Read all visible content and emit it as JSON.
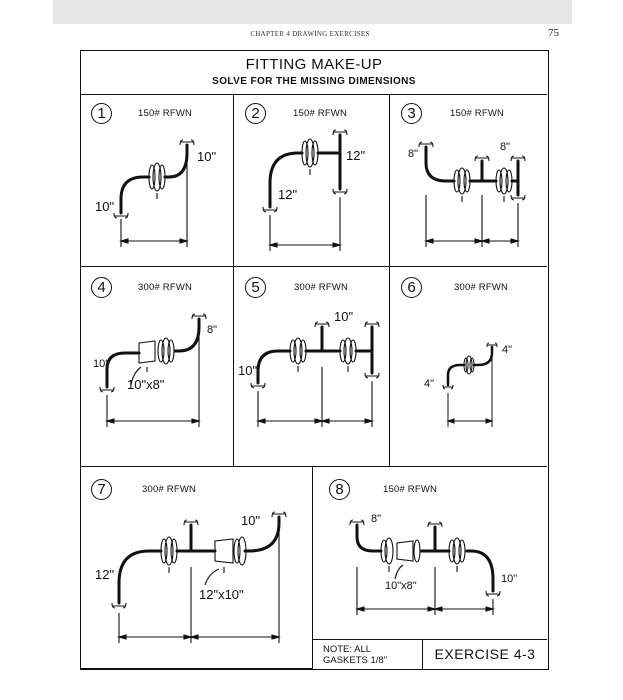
{
  "page": {
    "chapter_header": "CHAPTER 4 DRAWING EXERCISES",
    "page_number": "75"
  },
  "sheet": {
    "title": "FITTING MAKE-UP",
    "subtitle": "SOLVE FOR THE MISSING DIMENSIONS",
    "note": [
      "NOTE: ALL",
      "GASKETS 1/8\""
    ],
    "exercise": "EXERCISE 4-3"
  },
  "problems": [
    {
      "number": "1",
      "rating": "150# RFWN",
      "dims": [
        "10\"",
        "10\""
      ]
    },
    {
      "number": "2",
      "rating": "150# RFWN",
      "dims": [
        "12\"",
        "12\""
      ]
    },
    {
      "number": "3",
      "rating": "150# RFWN",
      "dims": [
        "8\"",
        "8\""
      ]
    },
    {
      "number": "4",
      "rating": "300# RFWN",
      "dims": [
        "8\"",
        "10\"",
        "10\"x8\""
      ]
    },
    {
      "number": "5",
      "rating": "300# RFWN",
      "dims": [
        "10\"",
        "10\""
      ]
    },
    {
      "number": "6",
      "rating": "300# RFWN",
      "dims": [
        "4\"",
        "4\""
      ]
    },
    {
      "number": "7",
      "rating": "300# RFWN",
      "dims": [
        "10\"",
        "12\"",
        "12\"x10\""
      ]
    },
    {
      "number": "8",
      "rating": "150# RFWN",
      "dims": [
        "8\"",
        "10\"",
        "10\"x8\""
      ]
    }
  ]
}
